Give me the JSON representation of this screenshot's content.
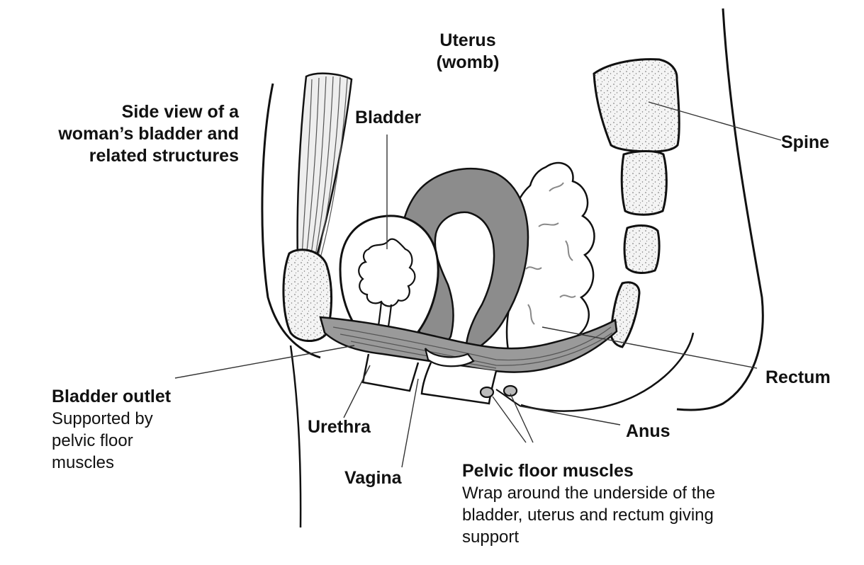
{
  "figure": {
    "title_lines": [
      "Side view of a",
      "woman’s bladder and",
      "related structures"
    ]
  },
  "labels": {
    "uterus": [
      "Uterus",
      "(womb)"
    ],
    "bladder": "Bladder",
    "spine": "Spine",
    "rectum": "Rectum",
    "anus": "Anus",
    "urethra": "Urethra",
    "vagina": "Vagina",
    "bladder_outlet": {
      "title": "Bladder outlet",
      "desc_lines": [
        "Supported by",
        "pelvic floor",
        "muscles"
      ]
    },
    "pelvic_floor": {
      "title": "Pelvic floor muscles",
      "desc_lines": [
        "Wrap around the underside of the",
        "bladder, uterus and rectum giving",
        "support"
      ]
    }
  },
  "colors": {
    "ink": "#111111",
    "uterus_fill": "#8c8c8c",
    "muscle_fill": "#9a9a9a",
    "bone_fill": "#f2f2f2"
  }
}
